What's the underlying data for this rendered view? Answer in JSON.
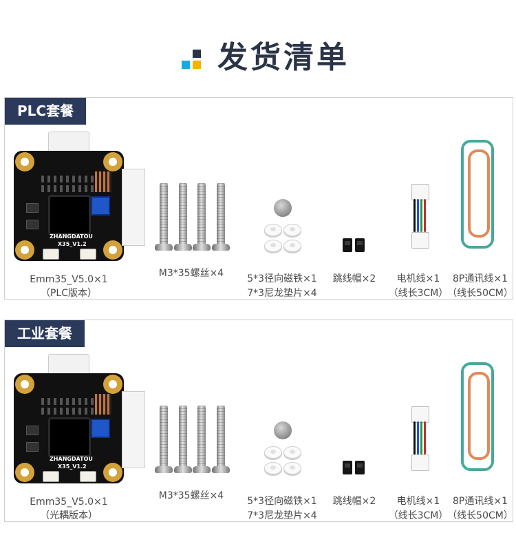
{
  "title": "发货清单",
  "title_icon_colors": [
    "#2a3446",
    "#2a3446",
    "#1fa7e0",
    "#f5b200"
  ],
  "sections": [
    {
      "tag": "PLC套餐",
      "board": {
        "name": "Emm35_V5.0×1",
        "variant": "（PLC版本）",
        "brand": "ZHANGDATOU",
        "model": "X35_V1.2"
      },
      "items": [
        {
          "line1": "M3*35螺丝×4",
          "line2": ""
        },
        {
          "line1": "5*3径向磁铁×1",
          "line2": "7*3尼龙垫片×4"
        },
        {
          "line1": "跳线帽×2",
          "line2": ""
        },
        {
          "line1": "电机线×1",
          "line2": "（线长3CM）"
        },
        {
          "line1": "8P通讯线×1",
          "line2": "（线长50CM）"
        }
      ]
    },
    {
      "tag": "工业套餐",
      "board": {
        "name": "Emm35_V5.0×1",
        "variant": "（光耦版本）",
        "brand": "ZHANGDATOU",
        "model": "X35_V1.2"
      },
      "items": [
        {
          "line1": "M3*35螺丝×4",
          "line2": ""
        },
        {
          "line1": "5*3径向磁铁×1",
          "line2": "7*3尼龙垫片×4"
        },
        {
          "line1": "跳线帽×2",
          "line2": ""
        },
        {
          "line1": "电机线×1",
          "line2": "（线长3CM）"
        },
        {
          "line1": "8P通讯线×1",
          "line2": "（线长50CM）"
        }
      ]
    }
  ],
  "colors": {
    "tag_bg": "#2b3a5b",
    "title": "#2a3446",
    "pcb": "#111111",
    "pad": "#d4a23a",
    "pot": "#1f56c8"
  }
}
